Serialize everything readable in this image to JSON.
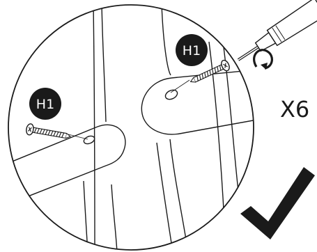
{
  "badges": [
    {
      "label": "H1"
    },
    {
      "label": "H1"
    }
  ],
  "quantity": "X6",
  "colors": {
    "ink": "#1a1a1a",
    "badge_fill": "#1a1a1a",
    "badge_text": "#ffffff",
    "background": "#ffffff"
  },
  "icons": [
    "screw-icon",
    "screwdriver-icon",
    "rotation-arrow-icon",
    "checkmark-icon"
  ]
}
